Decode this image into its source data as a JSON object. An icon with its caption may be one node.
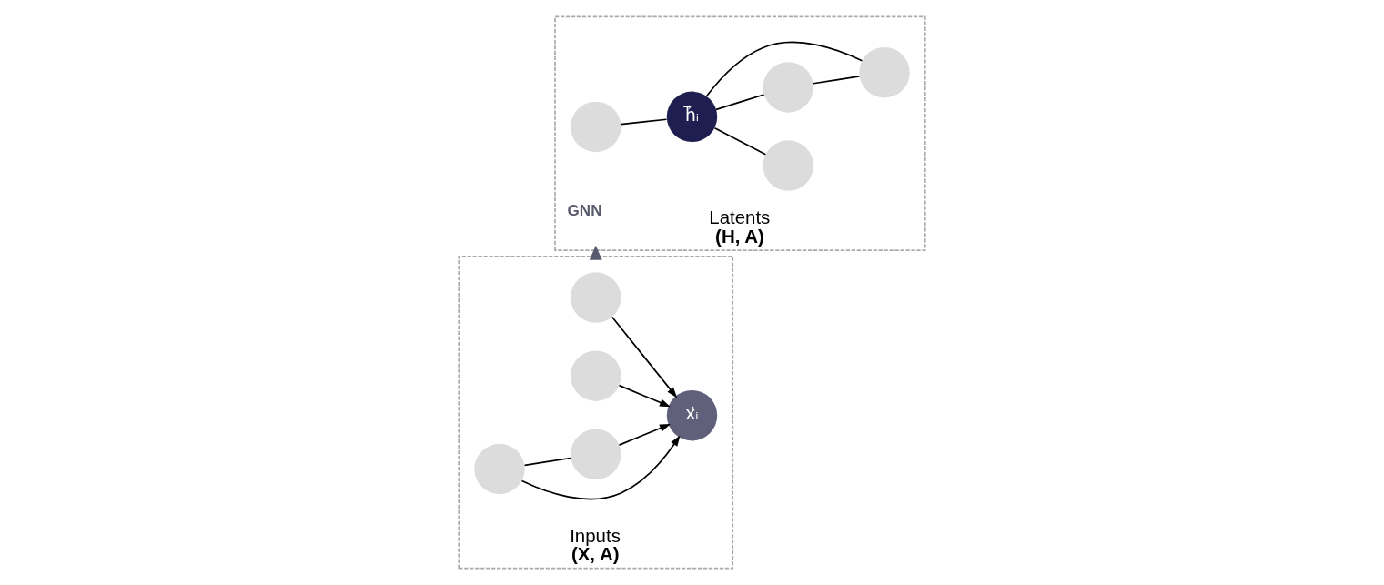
{
  "diagram": {
    "nodes": [
      {
        "text": [
          "Inputs",
          "(X, A)"
        ]
      },
      {
        "text": [],
        "shape": "circle",
        "in": 0
      },
      {
        "text": [
          "x⃗ᵢ"
        ],
        "in": 0
      },
      {
        "text": [],
        "shape": "circle",
        "in": 0
      },
      {
        "text": [],
        "shape": "circle",
        "in": 0
      },
      {
        "text": [],
        "shape": "circle",
        "in": 0
      },
      {
        "text": [
          "Latents",
          "(H, A)"
        ]
      },
      {
        "text": [],
        "shape": "circle",
        "in": 6
      },
      {
        "text": [
          "h⃗ᵢ"
        ],
        "in": 6
      },
      {
        "text": [],
        "shape": "circle",
        "in": 6
      },
      {
        "text": [],
        "shape": "circle",
        "in": 6
      },
      {
        "text": [],
        "shape": "circle",
        "in": 6
      }
    ],
    "edges": [
      {
        "from": 1,
        "to": 2,
        "arrow": "to"
      },
      {
        "from": 3,
        "to": 2,
        "arrow": "to"
      },
      {
        "from": 4,
        "to": 2,
        "arrow": "to"
      },
      {
        "from": 5,
        "to": 2,
        "arrow": "to"
      },
      {
        "from": 4,
        "to": 5,
        "arrow": "none"
      },
      {
        "from": 0,
        "to": 6,
        "arrow": "to",
        "label": "GNN",
        "style": "dashed",
        "color": "#5a5a6e"
      },
      {
        "from": 7,
        "to": 8,
        "arrow": "none"
      },
      {
        "from": 8,
        "to": 9,
        "arrow": "none"
      },
      {
        "from": 8,
        "to": 10,
        "arrow": "none"
      },
      {
        "from": 8,
        "to": 11,
        "arrow": "none"
      },
      {
        "from": 10,
        "to": 11,
        "arrow": "none"
      }
    ]
  }
}
